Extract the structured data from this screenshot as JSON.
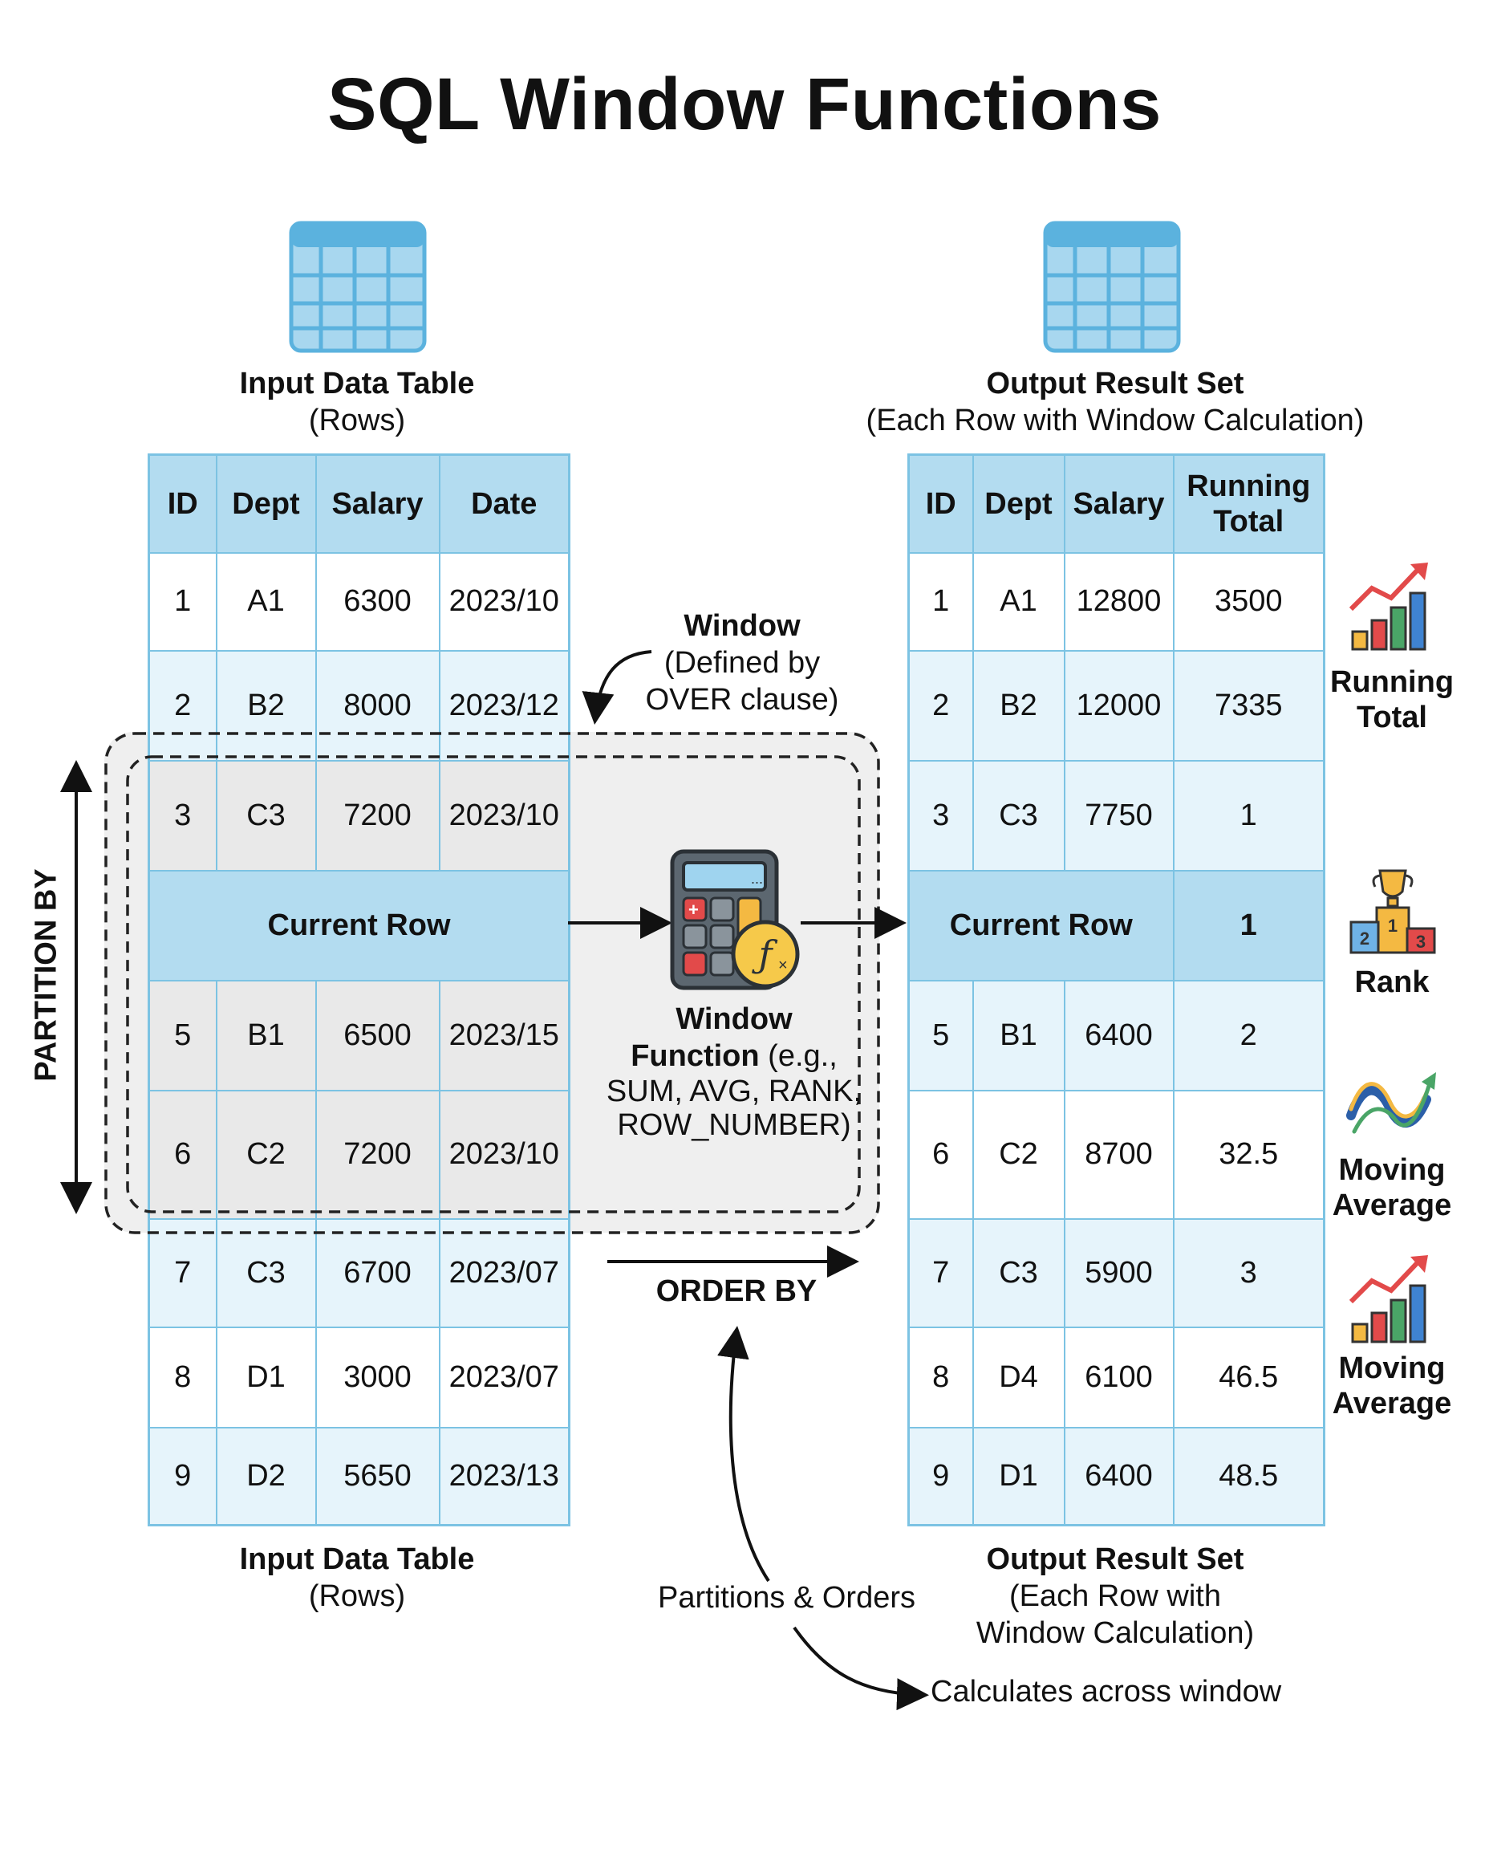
{
  "title": "SQL Window Functions",
  "input_caption": {
    "title": "Input Data Table",
    "subtitle": "(Rows)"
  },
  "output_caption": {
    "title": "Output Result Set",
    "subtitle": "(Each Row with Window Calculation)"
  },
  "input_table": {
    "headers": [
      "ID",
      "Dept",
      "Salary",
      "Date"
    ],
    "rows": [
      [
        "1",
        "A1",
        "6300",
        "2023/10"
      ],
      [
        "2",
        "B2",
        "8000",
        "2023/12"
      ],
      [
        "3",
        "C3",
        "7200",
        "2023/10"
      ],
      [
        "5",
        "B1",
        "6500",
        "2023/15"
      ],
      [
        "6",
        "C2",
        "7200",
        "2023/10"
      ],
      [
        "7",
        "C3",
        "6700",
        "2023/07"
      ],
      [
        "8",
        "D1",
        "3000",
        "2023/07"
      ],
      [
        "9",
        "D2",
        "5650",
        "2023/13"
      ]
    ],
    "current_row_label": "Current Row"
  },
  "output_table": {
    "headers": [
      "ID",
      "Dept",
      "Salary",
      "Running Total"
    ],
    "rows": [
      [
        "1",
        "A1",
        "12800",
        "3500"
      ],
      [
        "2",
        "B2",
        "12000",
        "7335"
      ],
      [
        "3",
        "C3",
        "7750",
        "1"
      ],
      [
        "5",
        "B1",
        "6400",
        "2"
      ],
      [
        "6",
        "C2",
        "8700",
        "32.5"
      ],
      [
        "7",
        "C3",
        "5900",
        "3"
      ],
      [
        "8",
        "D4",
        "6100",
        "46.5"
      ],
      [
        "9",
        "D1",
        "6400",
        "48.5"
      ]
    ],
    "current_row_label": "Current Row",
    "current_row_value": "1"
  },
  "window_note": {
    "line1": "Window",
    "line2": "(Defined by",
    "line3": "OVER clause)"
  },
  "partition_by": "PARTITION BY",
  "order_by": "ORDER BY",
  "window_function": {
    "title1": "Window",
    "title2": "Function",
    "examples1": "(e.g.,",
    "examples2": "SUM, AVG, RANK,",
    "examples3": "ROW_NUMBER)"
  },
  "side_labels": {
    "running_total": [
      "Running",
      "Total"
    ],
    "rank": "Rank",
    "moving_average_1": [
      "Moving",
      "Average"
    ],
    "moving_average_2": [
      "Moving",
      "Average"
    ]
  },
  "bottom_input_caption": {
    "title": "Input Data Table",
    "subtitle": "(Rows)"
  },
  "bottom_output_caption": {
    "title": "Output Result Set",
    "line2": "(Each Row with",
    "line3": "Window Calculation)"
  },
  "partitions_orders": "Partitions & Orders",
  "calculates_across": "Calculates across window",
  "rank_podium": [
    "1",
    "2",
    "3"
  ],
  "colors": {
    "table_border": "#7cc3e3",
    "header_fill": "#b3dcf0",
    "stripe": "#e6f4fb",
    "window_fill": "#efefef"
  }
}
